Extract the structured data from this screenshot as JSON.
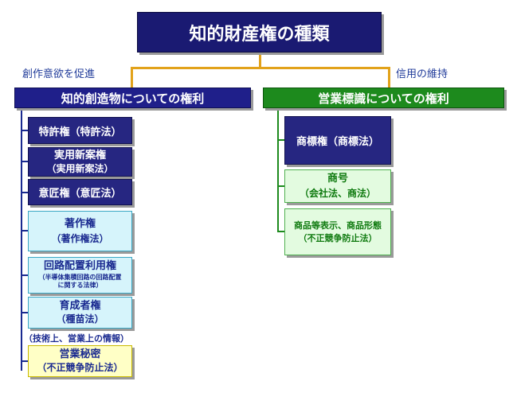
{
  "title": "知的財産権の種類",
  "left_caption": "創作意欲を促進",
  "right_caption": "信用の維持",
  "left_header": "知的創造物についての権利",
  "right_header": "営業標識についての権利",
  "left_items": [
    {
      "line1": "特許権（特許法）",
      "line2": ""
    },
    {
      "line1": "実用新案権",
      "line2": "（実用新案法）"
    },
    {
      "line1": "意匠権（意匠法）",
      "line2": ""
    },
    {
      "line1": "著作権",
      "line2": "（著作権法）"
    },
    {
      "line1": "回路配置利用権",
      "line2": "（半導体集積回路の回路配置",
      "line3": "に関する法律）"
    },
    {
      "line1": "育成者権",
      "line2": "（種苗法）"
    },
    {
      "line1": "営業秘密",
      "line2": "（不正競争防止法）"
    }
  ],
  "left_note": "（技術上、営業上の情報）",
  "right_items": [
    {
      "line1": "商標権（商標法）",
      "line2": ""
    },
    {
      "line1": "商号",
      "line2": "（会社法、商法）"
    },
    {
      "line1": "商品等表示、商品形態",
      "line2": "（不正競争防止法）"
    }
  ],
  "colors": {
    "title_bg": "#1a1a72",
    "left_header_bg": "#1f1f8a",
    "right_header_bg": "#1d8a1d",
    "connector": "#e2a21a",
    "navy_box": "#262681",
    "cyan_box": "#d6f4fb",
    "yellow_box": "#ffffc6",
    "light_green_box": "#e3fbe0"
  }
}
